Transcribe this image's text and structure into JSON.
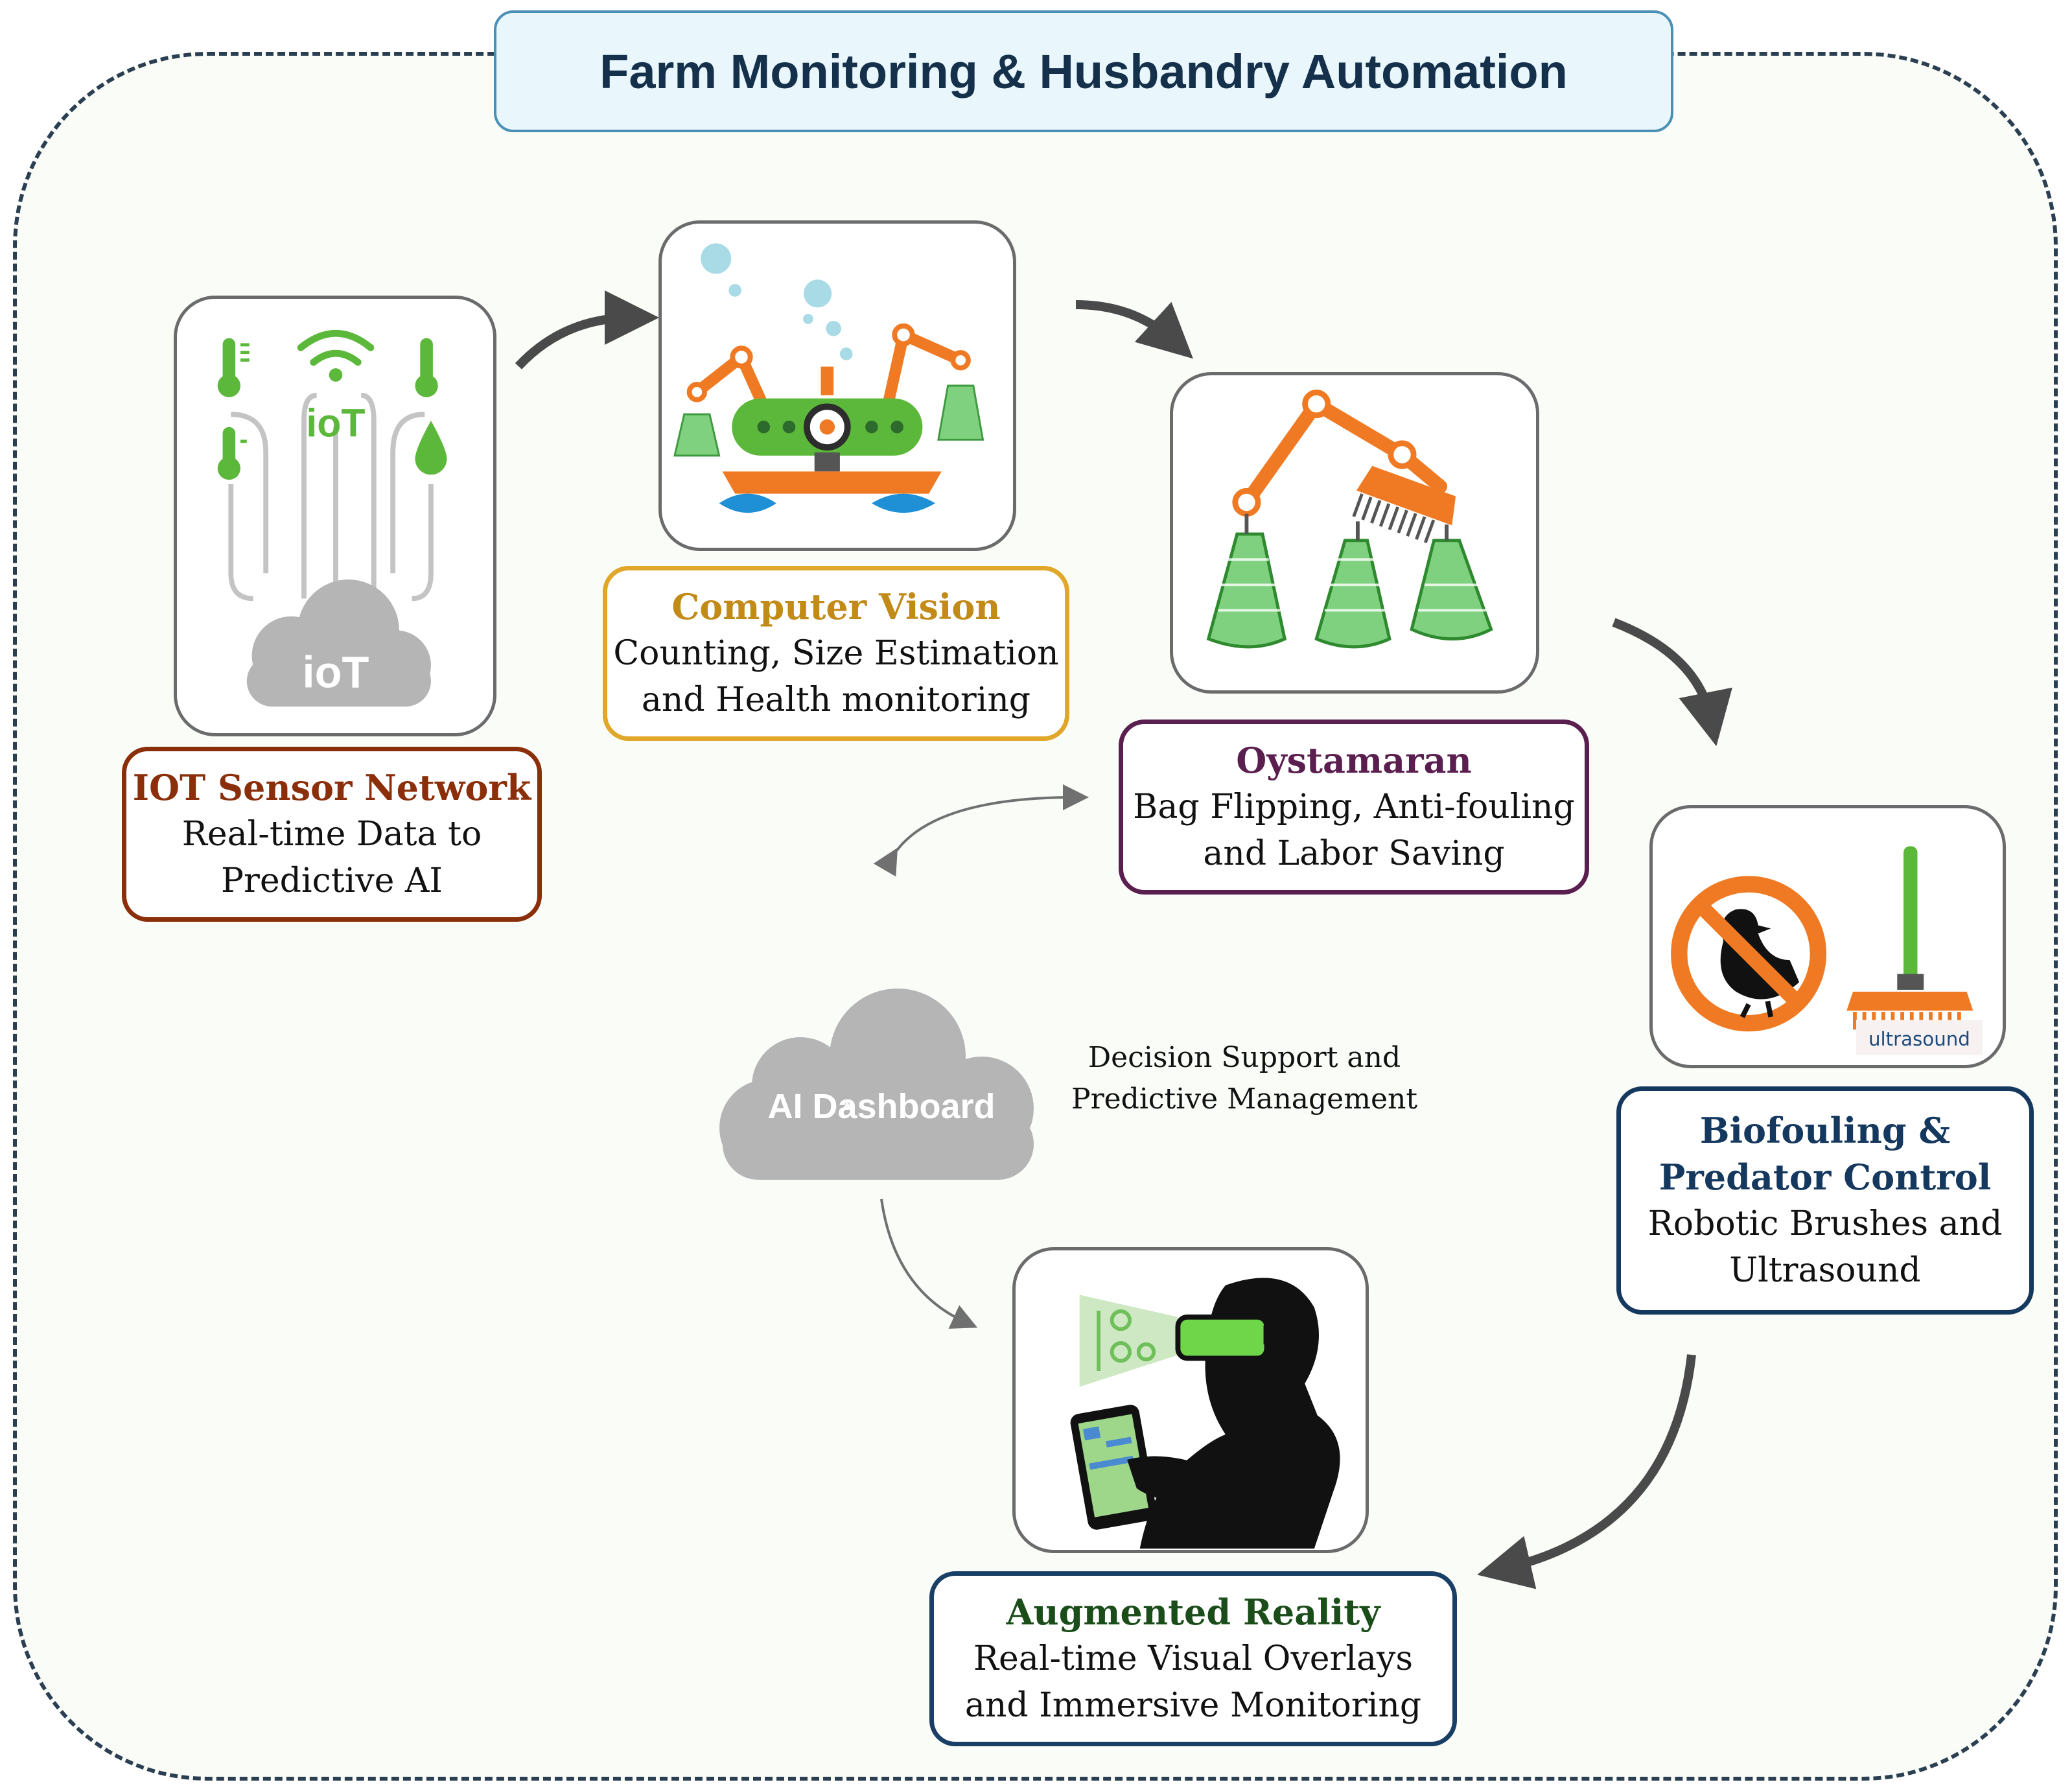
{
  "title": "Farm Monitoring & Husbandry Automation",
  "nodes": {
    "iot": {
      "icon_text": "ioT",
      "cloud_text": "ioT",
      "heading": "IOT Sensor Network",
      "line1": "Real-time Data to",
      "line2": "Predictive AI",
      "color": "#8b2e0a"
    },
    "vision": {
      "heading": "Computer Vision",
      "line1": "Counting, Size Estimation",
      "line2": "and Health monitoring",
      "color": "#c28a17",
      "border": "#e0a72a"
    },
    "oystamaran": {
      "heading": "Oystamaran",
      "line1": "Bag Flipping, Anti-fouling",
      "line2": "and Labor Saving",
      "color": "#5a1e4f"
    },
    "biofouling": {
      "heading1": "Biofouling &",
      "heading2": "Predator Control",
      "line1": "Robotic Brushes and",
      "line2": "Ultrasound",
      "ultrasound_label": "ultrasound",
      "color": "#15385e"
    },
    "ar": {
      "heading": "Augmented Reality",
      "line1": "Real-time Visual Overlays",
      "line2": "and Immersive Monitoring",
      "color": "#1b4d1b",
      "border": "#1a3f66"
    },
    "dashboard": {
      "cloud_label": "AI Dashboard",
      "note1": "Decision Support and",
      "note2": "Predictive Management"
    }
  },
  "colors": {
    "accent_green": "#5cb83a",
    "robot_orange": "#f07a23",
    "cloud_gray": "#b5b5b5",
    "arrow_gray": "#4a4a4a"
  }
}
